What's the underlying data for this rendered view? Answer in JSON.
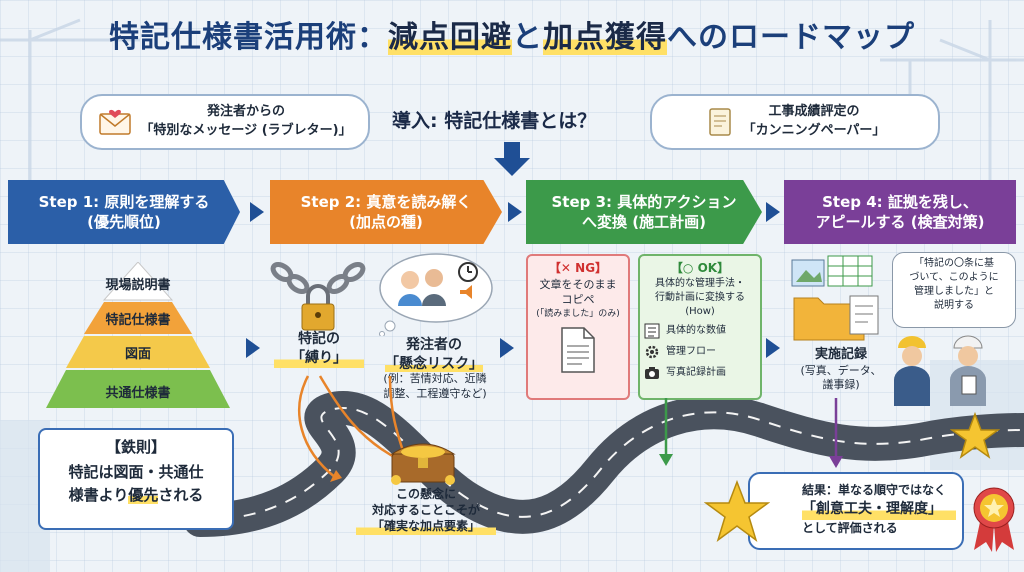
{
  "title": {
    "pre": "特記仕様書活用術：",
    "hl1": "減点回避",
    "mid": "と",
    "hl2": "加点獲得",
    "post": "へのロードマップ"
  },
  "intro": {
    "left_bubble": [
      "発注者からの",
      "「特別なメッセージ (ラブレター)」"
    ],
    "center": "導入: 特記仕様書とは？",
    "right_bubble": [
      "工事成績評定の",
      "「カンニングペーパー」"
    ]
  },
  "steps": [
    {
      "line1": "Step 1: 原則を理解する",
      "line2": "(優先順位)"
    },
    {
      "line1": "Step 2: 真意を読み解く",
      "line2": "(加点の種)"
    },
    {
      "line1": "Step 3: 具体的アクション",
      "line2": "へ変換 (施工計画)"
    },
    {
      "line1": "Step 4: 証拠を残し、",
      "line2": "アピールする (検査対策)"
    }
  ],
  "step1": {
    "pyramid": [
      "現場説明書",
      "特記仕様書",
      "図面",
      "共通仕様書"
    ],
    "rule_title": "【鉄則】",
    "rule_line1": "特記は図面・共通仕",
    "rule_line2_a": "様書より",
    "rule_line2_hl": "優先",
    "rule_line2_b": "される"
  },
  "step2": {
    "chain_line1": "特記の",
    "chain_line2": "「縛り」",
    "risk_line1": "発注者の",
    "risk_line2": "「懸念リスク」",
    "risk_note1": "(例：苦情対応、近隣",
    "risk_note2": "調整、工程遵守など)",
    "treasure_line1": "この懸念に",
    "treasure_line2": "対応することこそが",
    "treasure_line3": "「確実な加点要素」"
  },
  "step3": {
    "ng_title": "【✕ NG】",
    "ng_line1": "文章をそのまま",
    "ng_line2": "コピペ",
    "ng_line3": "(「読みました」のみ)",
    "ok_title": "【○ OK】",
    "ok_line1": "具体的な管理手法・",
    "ok_line2": "行動計画に変換する",
    "ok_line3": "(How)",
    "ok_items": [
      "具体的な数値",
      "管理フロー",
      "写真記録計画"
    ]
  },
  "step4": {
    "speech_line1": "「特記の〇条に基",
    "speech_line2": "づいて、このように",
    "speech_line3": "管理しました」と",
    "speech_line4": "説明する",
    "record_title": "実施記録",
    "record_line1": "(写真、データ、",
    "record_line2": "議事録)"
  },
  "result": {
    "line1": "結果：単なる順守ではなく",
    "line2": "「創意工夫・理解度」",
    "line3": "として評価される"
  },
  "colors": {
    "step1": "#2b5fa8",
    "step2": "#e8842a",
    "step3": "#3c9a4a",
    "step4": "#7a3f98",
    "title": "#1b3f7a",
    "highlight": "#ffe066"
  }
}
